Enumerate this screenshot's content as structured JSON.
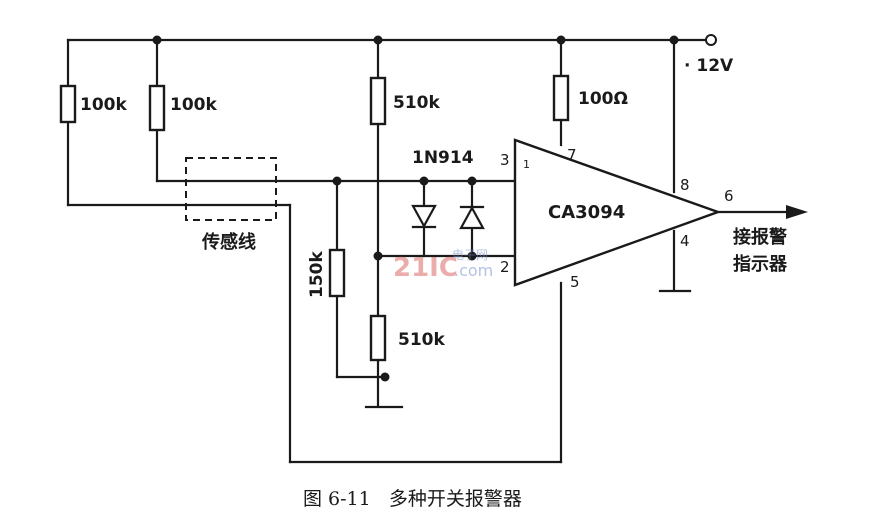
{
  "caption": "图 6-11   多种开关报警器",
  "supply": {
    "label": "· 12V"
  },
  "resistors": {
    "r1": "100k",
    "r2": "100k",
    "r3": "510k",
    "r4": "100Ω",
    "r5": "150k",
    "r6": "510k"
  },
  "diode": {
    "label": "1N914"
  },
  "opamp": {
    "name": "CA3094",
    "pins": {
      "p1": "1",
      "p2": "2",
      "p3": "3",
      "p4": "4",
      "p5": "5",
      "p6": "6",
      "p7": "7",
      "p8": "8"
    }
  },
  "sensor": {
    "label": "传感线"
  },
  "output": {
    "label_line1": "接报警",
    "label_line2": "指示器"
  },
  "watermark": {
    "main": "21IC",
    "sub": "电子网",
    "url": ".com"
  }
}
